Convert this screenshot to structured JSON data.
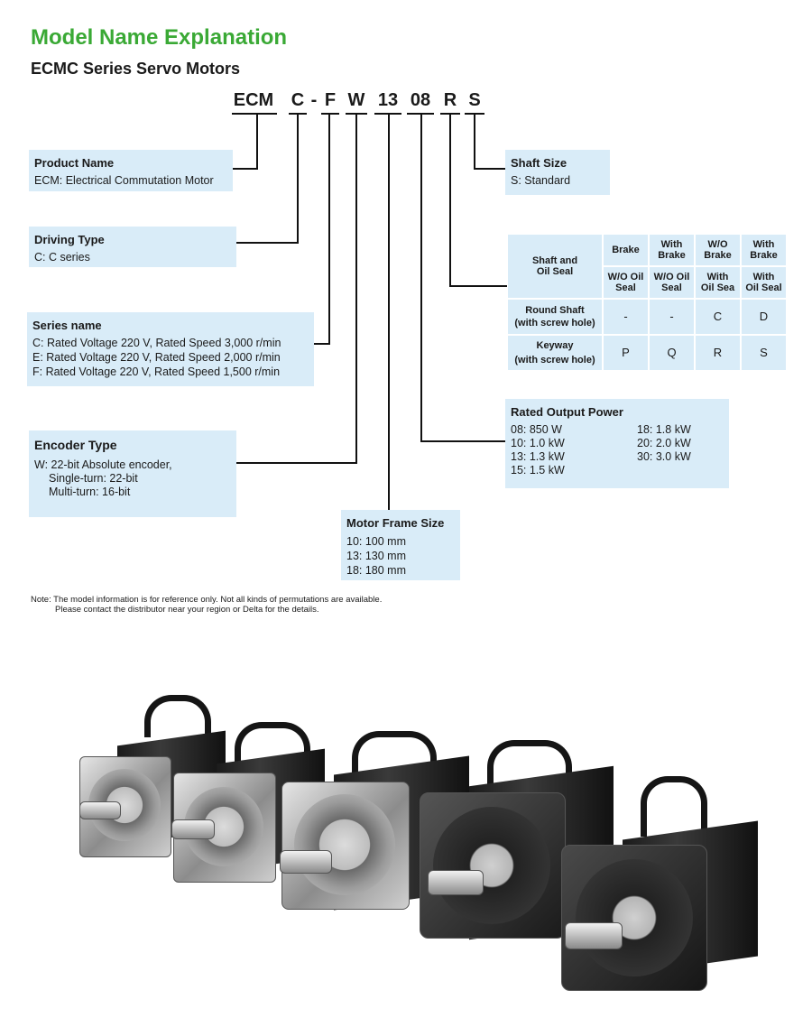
{
  "title": "Model Name Explanation",
  "subtitle": "ECMC Series Servo Motors",
  "code_parts": [
    "ECM",
    "C",
    "-",
    "F",
    "W",
    "13",
    "08",
    "R",
    "S"
  ],
  "product_name": {
    "title": "Product Name",
    "lines": [
      "ECM: Electrical Commutation Motor"
    ]
  },
  "driving_type": {
    "title": "Driving Type",
    "lines": [
      "C: C series"
    ]
  },
  "series_name": {
    "title": "Series name",
    "lines": [
      "C: Rated Voltage 220 V, Rated Speed 3,000 r/min",
      "E: Rated Voltage 220 V, Rated Speed 2,000 r/min",
      "F: Rated Voltage 220 V, Rated Speed 1,500 r/min"
    ]
  },
  "encoder_type": {
    "title": "Encoder Type",
    "lines": [
      "W: 22-bit Absolute encoder,",
      "Single-turn: 22-bit",
      "Multi-turn: 16-bit"
    ]
  },
  "motor_frame": {
    "title": "Motor Frame Size",
    "lines": [
      "10: 100 mm",
      "13: 130 mm",
      "18: 180 mm"
    ]
  },
  "rated_power": {
    "title": "Rated Output Power",
    "col1": [
      "08: 850 W",
      "10: 1.0 kW",
      "13: 1.3 kW",
      "15: 1.5 kW"
    ],
    "col2": [
      "18: 1.8 kW",
      "20: 2.0 kW",
      "30: 3.0 kW"
    ]
  },
  "shaft_size": {
    "title": "Shaft Size",
    "lines": [
      "S: Standard"
    ]
  },
  "shaft_table": {
    "corner": "Shaft and\nOil Seal",
    "headers": [
      {
        "top": "Brake",
        "bottom": "W/O Oil\nSeal"
      },
      {
        "top": "With\nBrake",
        "bottom": "W/O Oil\nSeal"
      },
      {
        "top": "W/O\nBrake",
        "bottom": "With\nOil Sea"
      },
      {
        "top": "With\nBrake",
        "bottom": "With\nOil Seal"
      }
    ],
    "rows": [
      {
        "label": "Round Shaft\n(with screw hole)",
        "values": [
          "-",
          "-",
          "C",
          "D"
        ]
      },
      {
        "label": "Keyway\n(with screw hole)",
        "values": [
          "P",
          "Q",
          "R",
          "S"
        ]
      }
    ]
  },
  "note": [
    "Note: The model information is for reference only. Not all kinds of permutations are available.",
    "Please contact the distributor near your region or Delta for the details."
  ]
}
